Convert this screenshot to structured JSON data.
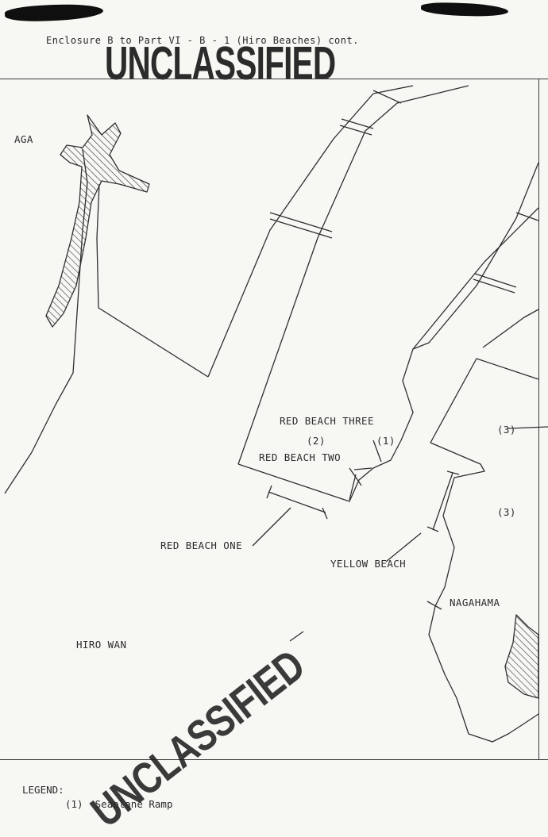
{
  "header": {
    "enclosure_line": "Enclosure B to Part VI - B - 1 (Hiro Beaches) cont.",
    "stamp_top": "UNCLASSIFIED"
  },
  "map": {
    "place_labels": {
      "aga": "AGA",
      "hiro_wan": "HIRO  WAN",
      "nagahama": "NAGAHAMA"
    },
    "beach_labels": {
      "red_beach_three": "RED BEACH THREE",
      "red_beach_two": "RED BEACH TWO",
      "red_beach_one": "RED BEACH ONE",
      "yellow_beach": "YELLOW BEACH"
    },
    "markers": {
      "marker_1": "(1)",
      "marker_2": "(2)",
      "marker_3a": "(3)",
      "marker_3b": "(3)"
    }
  },
  "stamp_bottom": "UNCLASSIFIED",
  "legend": {
    "heading": "LEGEND:",
    "items": [
      {
        "number": "(1)",
        "label": "Seaplane Ramp"
      }
    ]
  }
}
